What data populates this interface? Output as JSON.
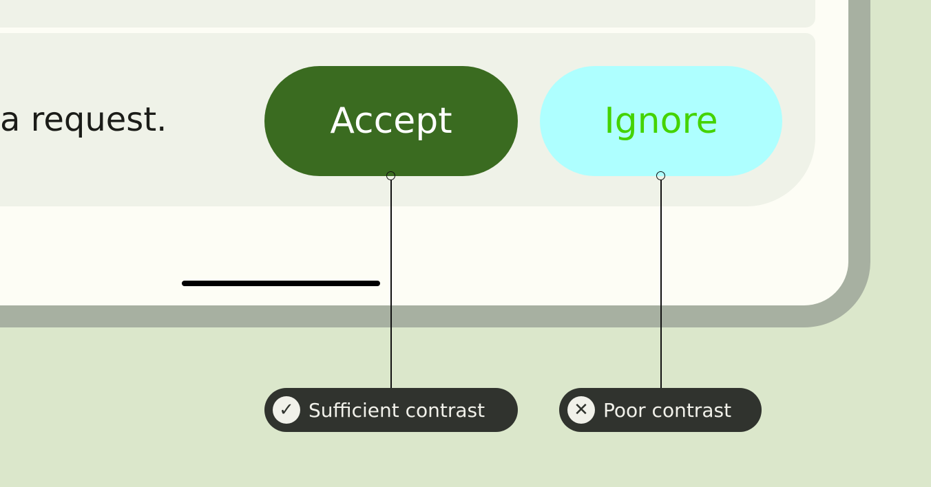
{
  "message": "a request.",
  "buttons": {
    "accept": "Accept",
    "ignore": "Ignore"
  },
  "annotations": [
    {
      "label": "Sufficient contrast",
      "icon": "check-circle-icon",
      "glyph": "✓"
    },
    {
      "label": "Poor contrast",
      "icon": "x-circle-icon",
      "glyph": "✕"
    }
  ],
  "colors": {
    "accept_bg": "#3a6b20",
    "accept_text": "#ffffff",
    "ignore_bg": "#aeffff",
    "ignore_text": "#44d300",
    "background": "#dbe7cb"
  }
}
